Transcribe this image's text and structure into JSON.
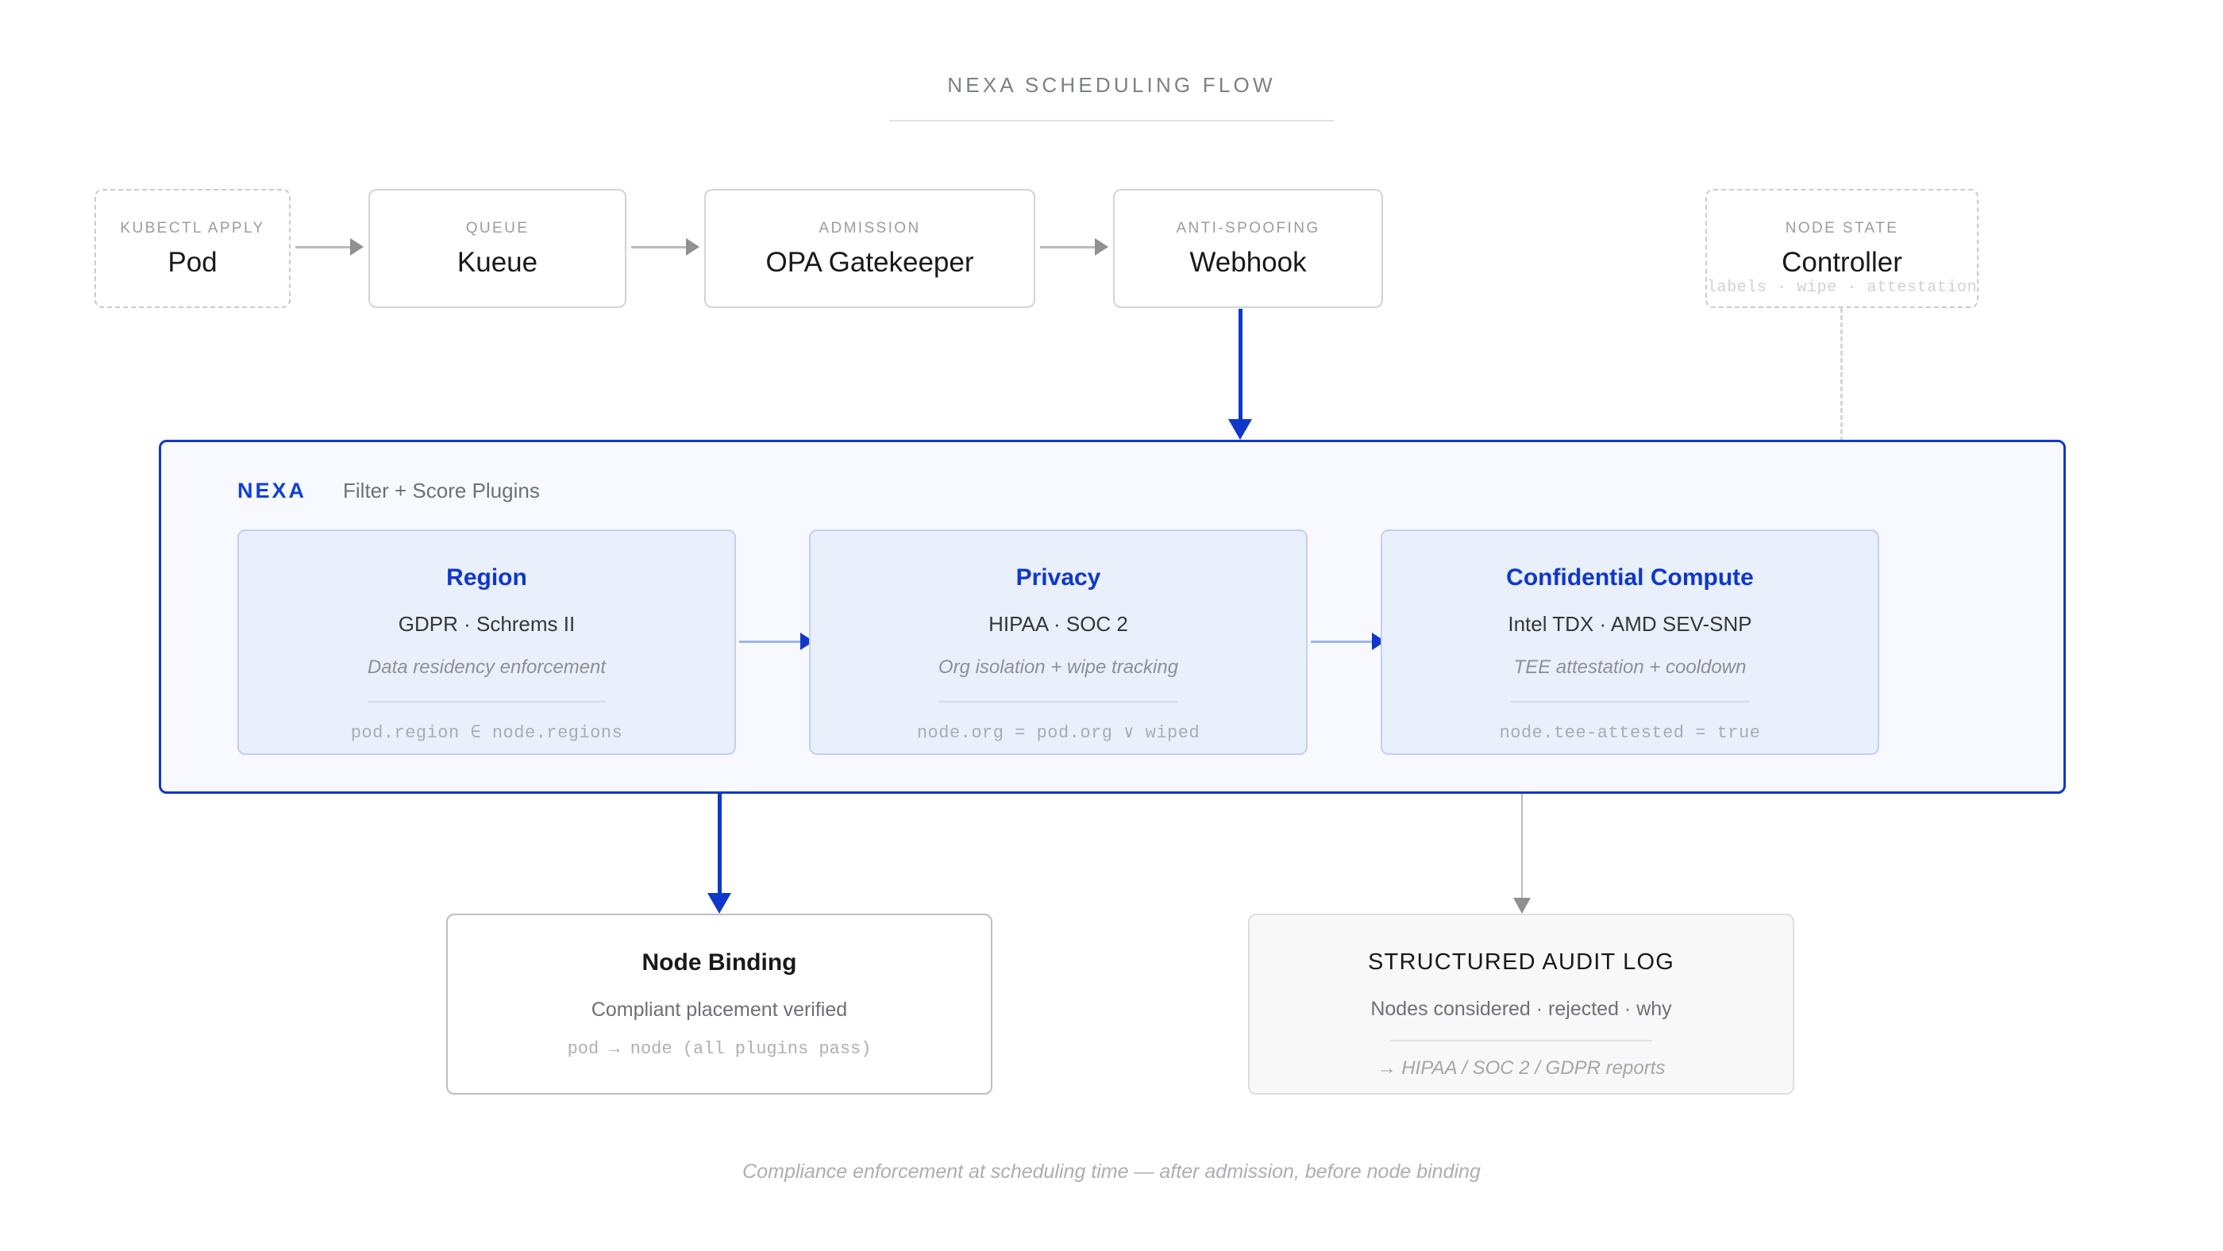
{
  "title": "NEXA SCHEDULING FLOW",
  "colors": {
    "accent_blue": "#0f37cc",
    "brand_blue": "#1040d6",
    "panel_bg": "#f7f9fe",
    "card_bg": "#e9effb",
    "card_border": "#c4d0f0",
    "grey_line": "#b9babd",
    "grey_text": "#8f9094"
  },
  "pipeline": [
    {
      "kicker": "KUBECTL APPLY",
      "title": "Pod",
      "style": "dashed"
    },
    {
      "kicker": "QUEUE",
      "title": "Kueue",
      "style": "solid"
    },
    {
      "kicker": "ADMISSION",
      "title": "OPA Gatekeeper",
      "style": "solid"
    },
    {
      "kicker": "ANTI-SPOOFING",
      "title": "Webhook",
      "style": "solid"
    }
  ],
  "node_state": {
    "kicker": "NODE STATE",
    "title": "Controller",
    "mono": "labels · wipe · attestation",
    "style": "dashed"
  },
  "nexa": {
    "brand": "NEXA",
    "subtitle": "Filter + Score Plugins",
    "plugins": [
      {
        "title": "Region",
        "standards": "GDPR · Schrems II",
        "description": "Data residency enforcement",
        "rule": "pod.region ∈ node.regions"
      },
      {
        "title": "Privacy",
        "standards": "HIPAA · SOC 2",
        "description": "Org isolation + wipe tracking",
        "rule": "node.org = pod.org ∨ wiped"
      },
      {
        "title": "Confidential Compute",
        "standards": "Intel TDX · AMD SEV-SNP",
        "description": "TEE attestation + cooldown",
        "rule": "node.tee-attested = true"
      }
    ]
  },
  "outcomes": {
    "node_binding": {
      "title": "Node Binding",
      "subtitle": "Compliant placement verified",
      "mono": "pod → node (all plugins pass)"
    },
    "audit_log": {
      "title": "STRUCTURED AUDIT LOG",
      "subtitle": "Nodes considered · rejected · why",
      "note": "→ HIPAA / SOC 2 / GDPR reports"
    }
  },
  "footer": "Compliance enforcement at scheduling time — after admission, before node binding"
}
